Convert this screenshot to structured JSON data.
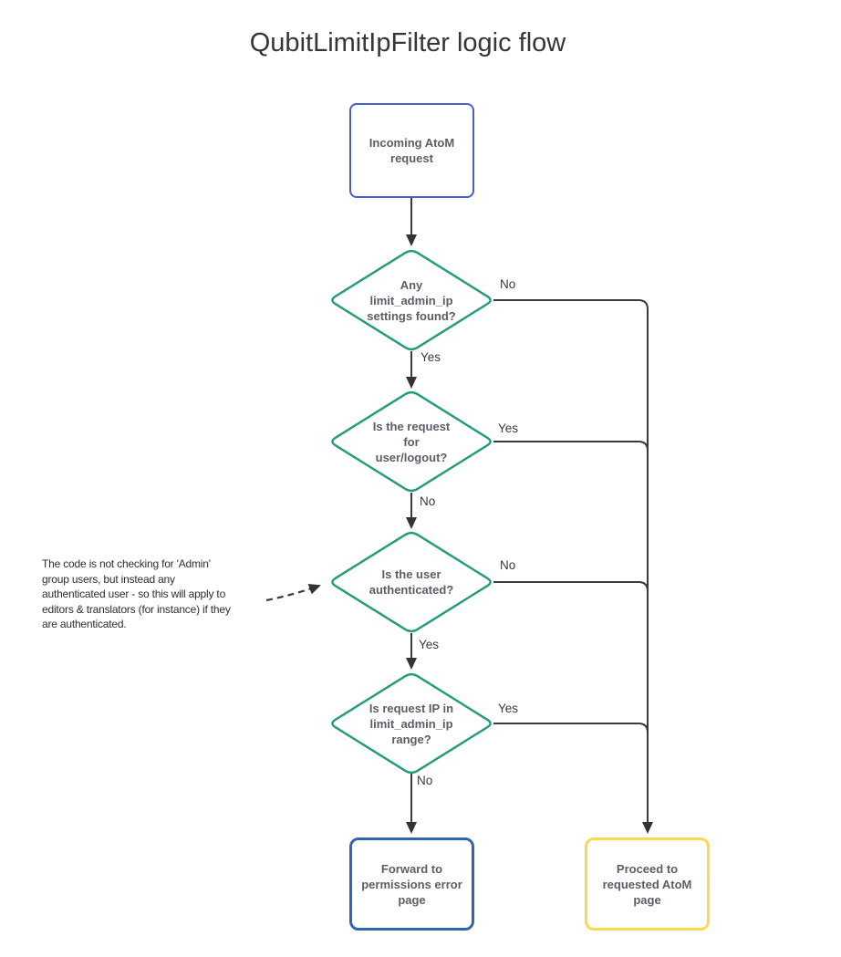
{
  "title": "QubitLimitIpFilter logic flow",
  "colors": {
    "canvas-bg": "#ffffff",
    "line": "#3b3b3b",
    "node-text": "#5b5e68",
    "title-text": "#363636",
    "annotation-text": "#2e2e2e",
    "start-border": "#4a5cce",
    "decision-border": "#259d72",
    "error-border": "#2f66af",
    "proceed-border": "#fcd850"
  },
  "nodes": {
    "start": {
      "label": "Incoming AtoM\nrequest"
    },
    "decision1": {
      "label": "Any\nlimit_admin_ip\nsettings found?"
    },
    "decision2": {
      "label": "Is the request\nfor\nuser/logout?"
    },
    "decision3": {
      "label": "Is the user\nauthenticated?"
    },
    "decision4": {
      "label": "Is request IP in\nlimit_admin_ip\nrange?"
    },
    "error": {
      "label": "Forward to\npermissions error\npage"
    },
    "proceed": {
      "label": "Proceed to\nrequested AtoM\npage"
    }
  },
  "edges": {
    "d1_no": "No",
    "d1_yes": "Yes",
    "d2_yes": "Yes",
    "d2_no": "No",
    "d3_no": "No",
    "d3_yes": "Yes",
    "d4_yes": "Yes",
    "d4_no": "No"
  },
  "annotation": {
    "text": "The code is not checking for 'Admin'\ngroup users, but instead any\nauthenticated user - so this will apply to\neditors & translators (for instance) if they\nare authenticated."
  }
}
